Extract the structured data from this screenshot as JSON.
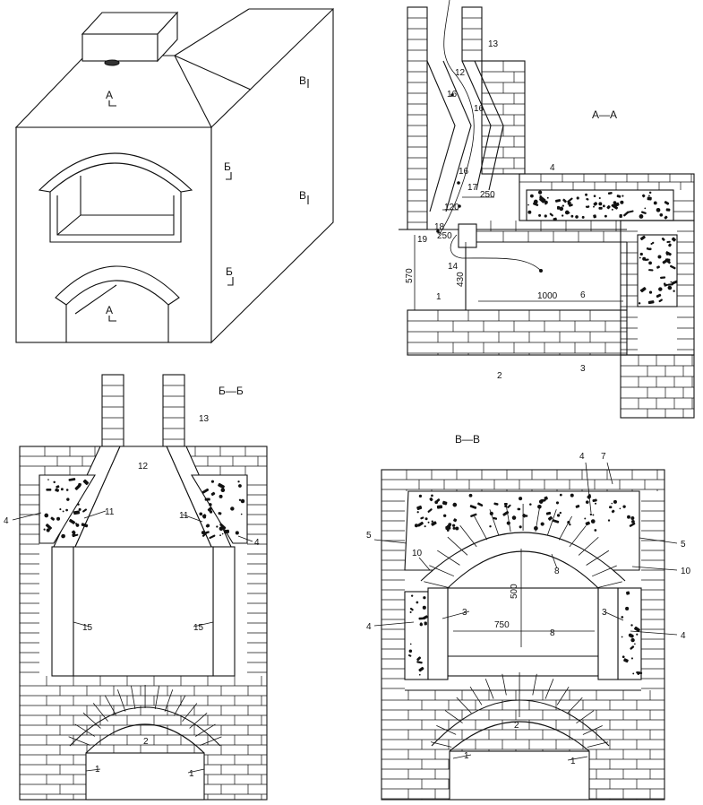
{
  "titles": {
    "section_aa": "А—А",
    "section_bb": "Б—Б",
    "section_vv": "В—В"
  },
  "axon_marks": {
    "a_top": "А",
    "a_bottom": "А",
    "b_upper": "Б",
    "b_lower": "Б",
    "v_upper": "В",
    "v_lower": "В"
  },
  "section_aa": {
    "labels": {
      "n13": "13",
      "n12": "12",
      "n16a": "16",
      "n16b": "16",
      "n16c": "16",
      "n4": "4",
      "n17": "17",
      "n18": "18",
      "n19": "19",
      "n14": "14",
      "n1": "1",
      "n6": "6",
      "n2": "2",
      "n3": "3"
    },
    "dimensions": {
      "d250_top": "250",
      "d120": "120",
      "d250_low": "250",
      "d570": "570",
      "d430": "430",
      "d1000": "1000"
    }
  },
  "section_bb": {
    "labels": {
      "n13": "13",
      "n12": "12",
      "n11_left": "11",
      "n11_right": "11",
      "n4_left": "4",
      "n4_right": "4",
      "n15_left": "15",
      "n15_right": "15",
      "n2": "2",
      "n1_left": "1",
      "n1_right": "1"
    }
  },
  "section_vv": {
    "labels": {
      "n4_top": "4",
      "n7": "7",
      "n5_left": "5",
      "n5_right": "5",
      "n10_left": "10",
      "n10_right": "10",
      "n8_arch": "8",
      "n3_left": "3",
      "n3_right": "3",
      "n4_left": "4",
      "n4_right": "4",
      "n8_floor": "8",
      "n2": "2",
      "n1_left": "1",
      "n1_right": "1"
    },
    "dimensions": {
      "d500": "500",
      "d750": "750"
    }
  }
}
